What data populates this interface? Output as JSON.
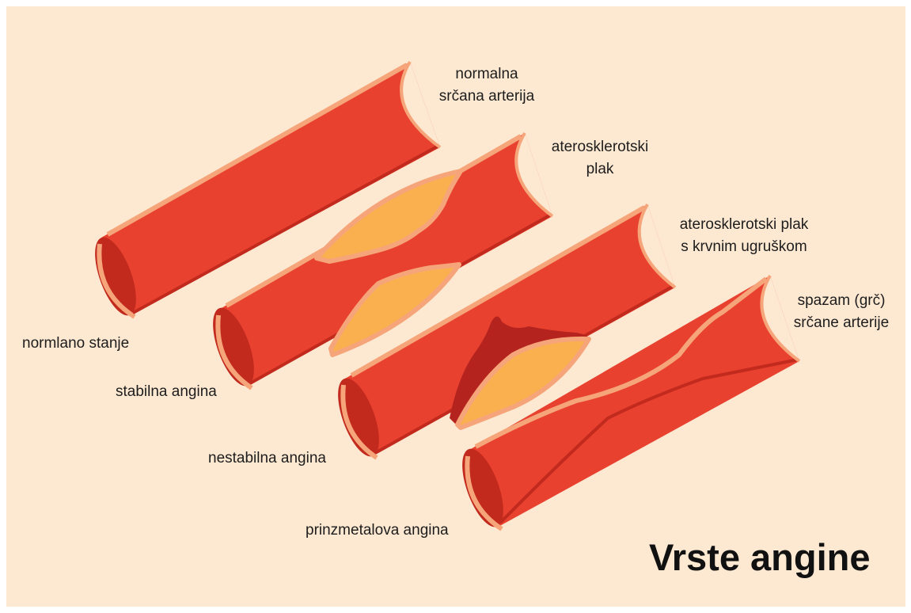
{
  "title": "Vrste angine",
  "labels": {
    "normal_artery_line1": "normalna",
    "normal_artery_line2": "srčana arterija",
    "plaque_line1": "aterosklerotski",
    "plaque_line2": "plak",
    "plaque_clot_line1": "aterosklerotski plak",
    "plaque_clot_line2": "s krvnim ugruškom",
    "spasm_line1": "spazam (grč)",
    "spasm_line2": "srčane arterije",
    "normal_state": "normlano stanje",
    "stable_angina": "stabilna angina",
    "unstable_angina": "nestabilna angina",
    "prinzmetal_angina": "prinzmetalova angina"
  },
  "colors": {
    "background": "#fde9d2",
    "artery_red": "#e9412f",
    "artery_dark": "#c22a1e",
    "artery_rim": "#f6a57a",
    "plaque": "#fbb04f",
    "clot": "#b5231f"
  }
}
